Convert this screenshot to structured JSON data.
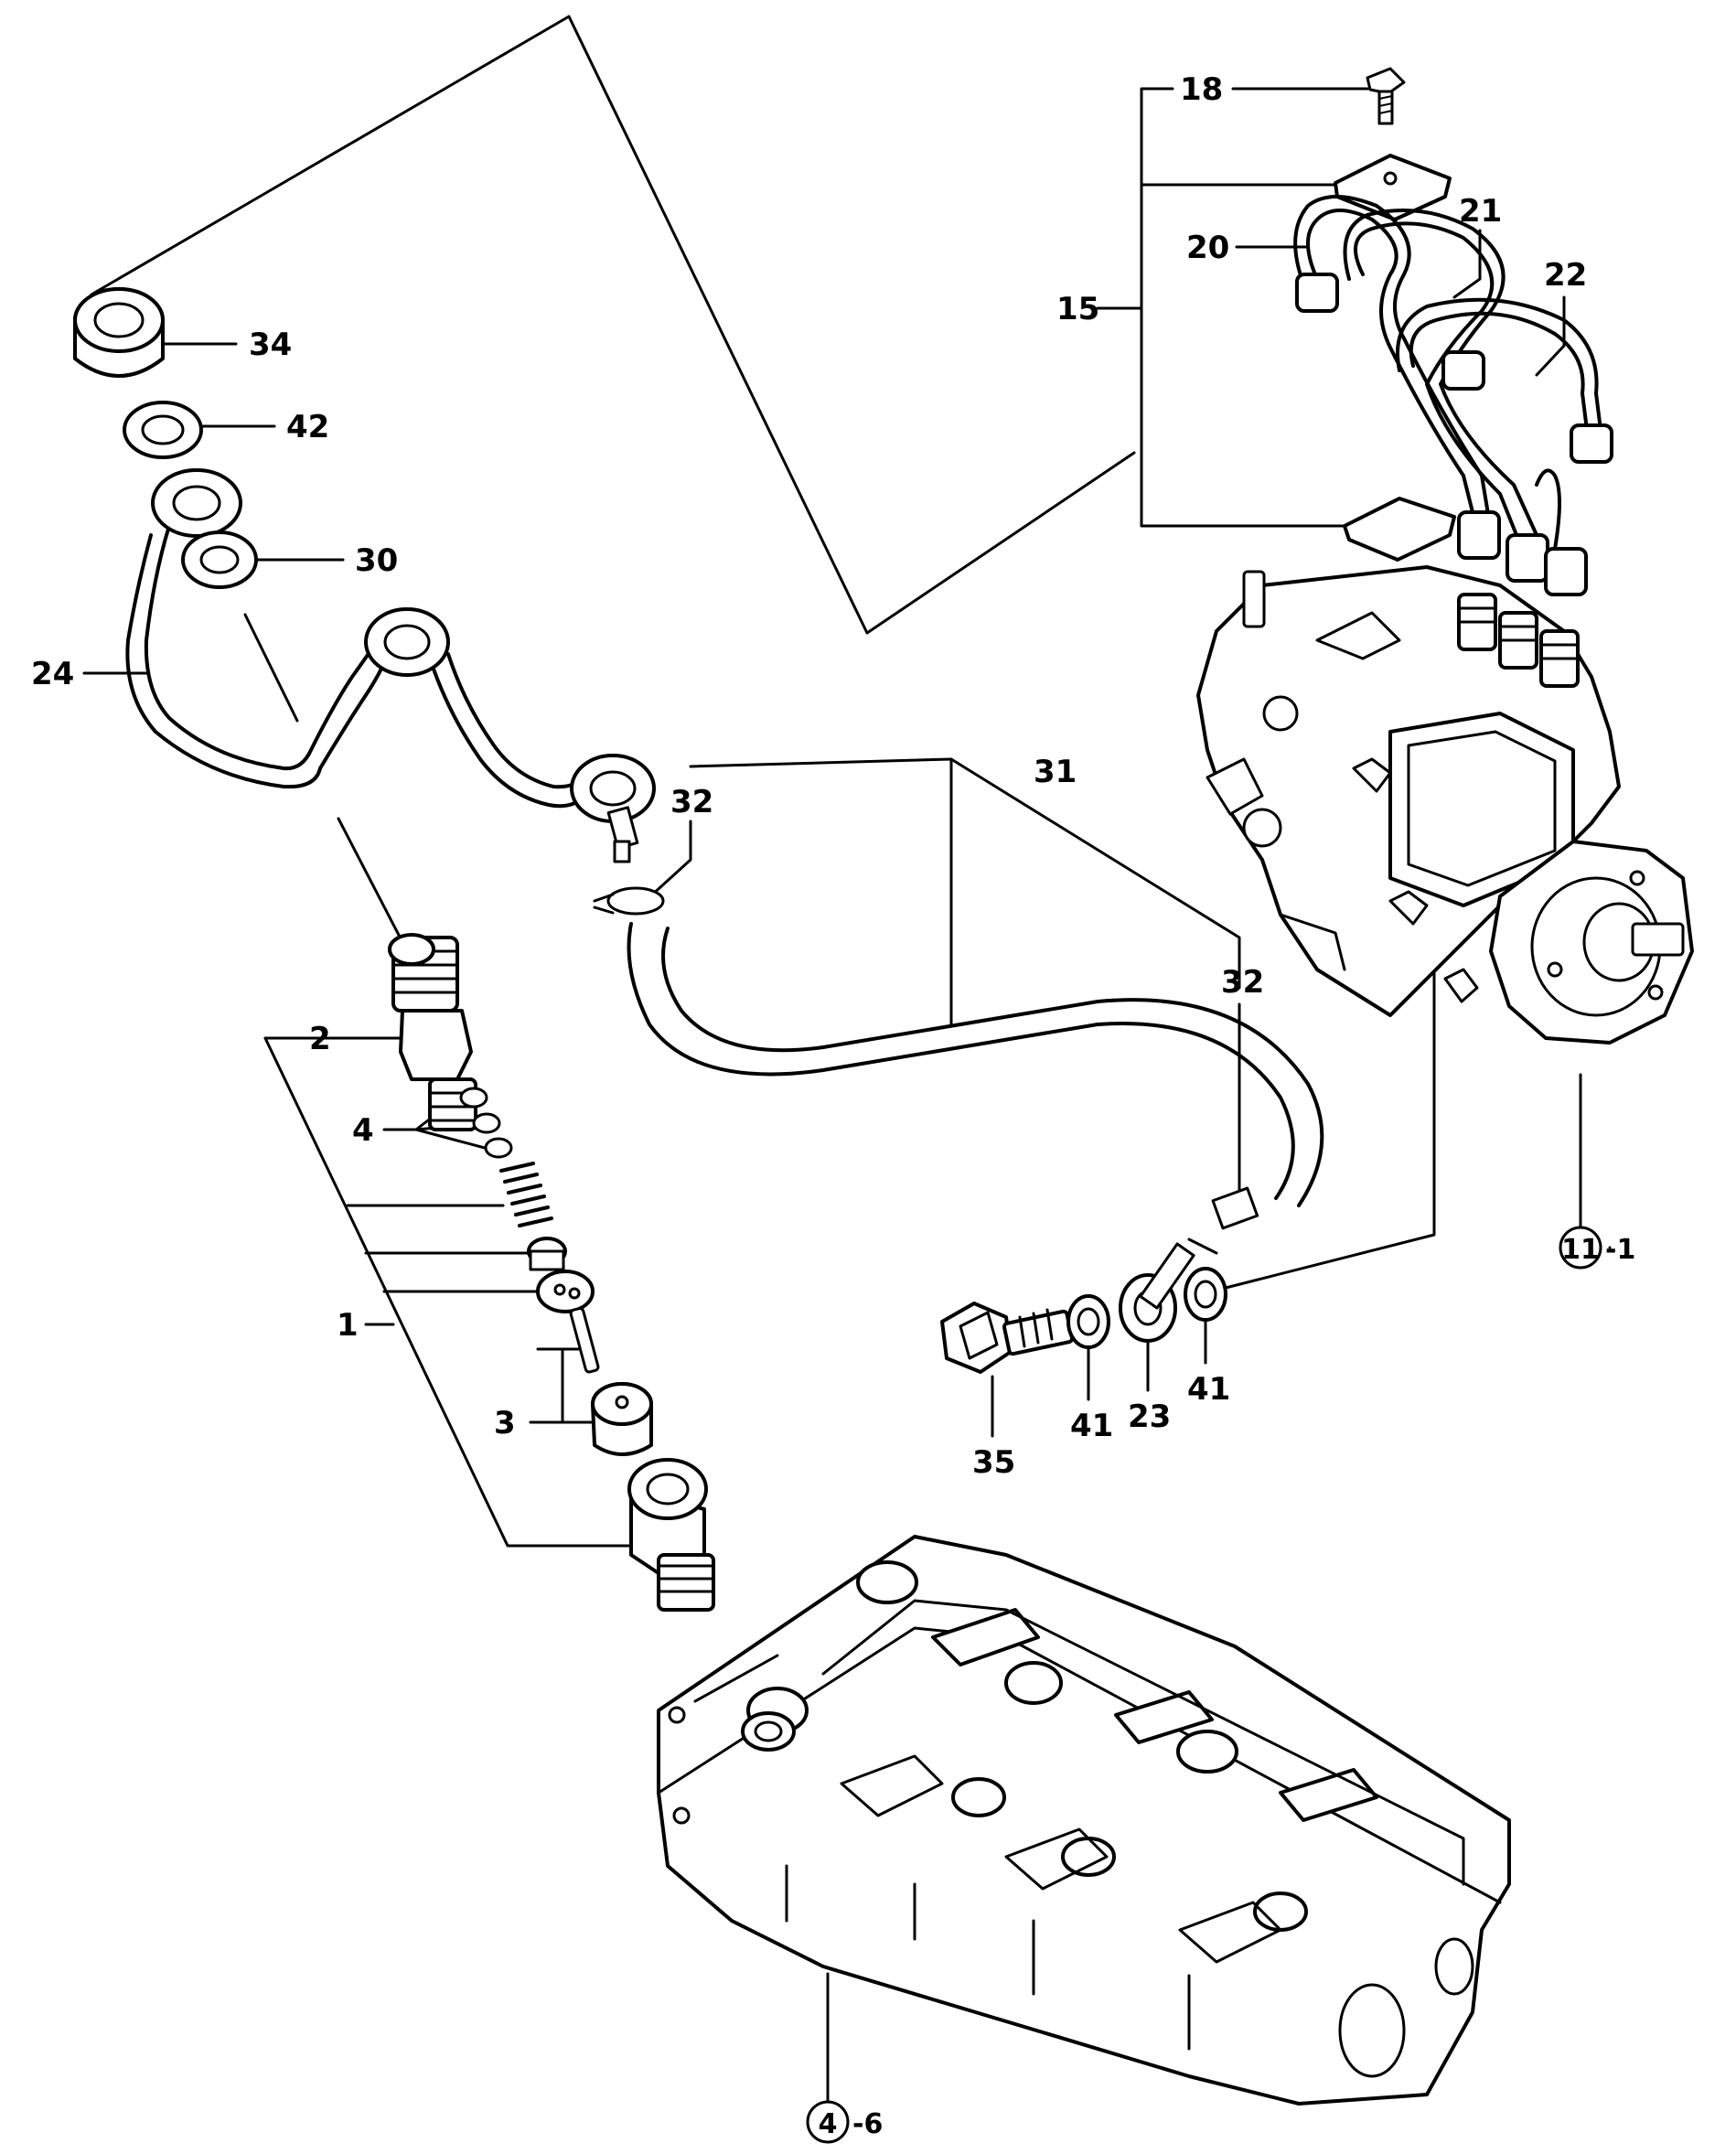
{
  "labels": {
    "p1": "1",
    "p2": "2",
    "p3": "3",
    "p4": "4",
    "p15": "15",
    "p18": "18",
    "p20": "20",
    "p21": "21",
    "p22": "22",
    "p23": "23",
    "p24": "24",
    "p30": "30",
    "p31": "31",
    "p32a": "32",
    "p32b": "32",
    "p34": "34",
    "p35": "35",
    "p41a": "41",
    "p41b": "41",
    "p42": "42"
  },
  "references": {
    "pump": {
      "circle": "11",
      "suffix": "-1"
    },
    "head": {
      "circle": "4",
      "suffix": "-6"
    }
  }
}
